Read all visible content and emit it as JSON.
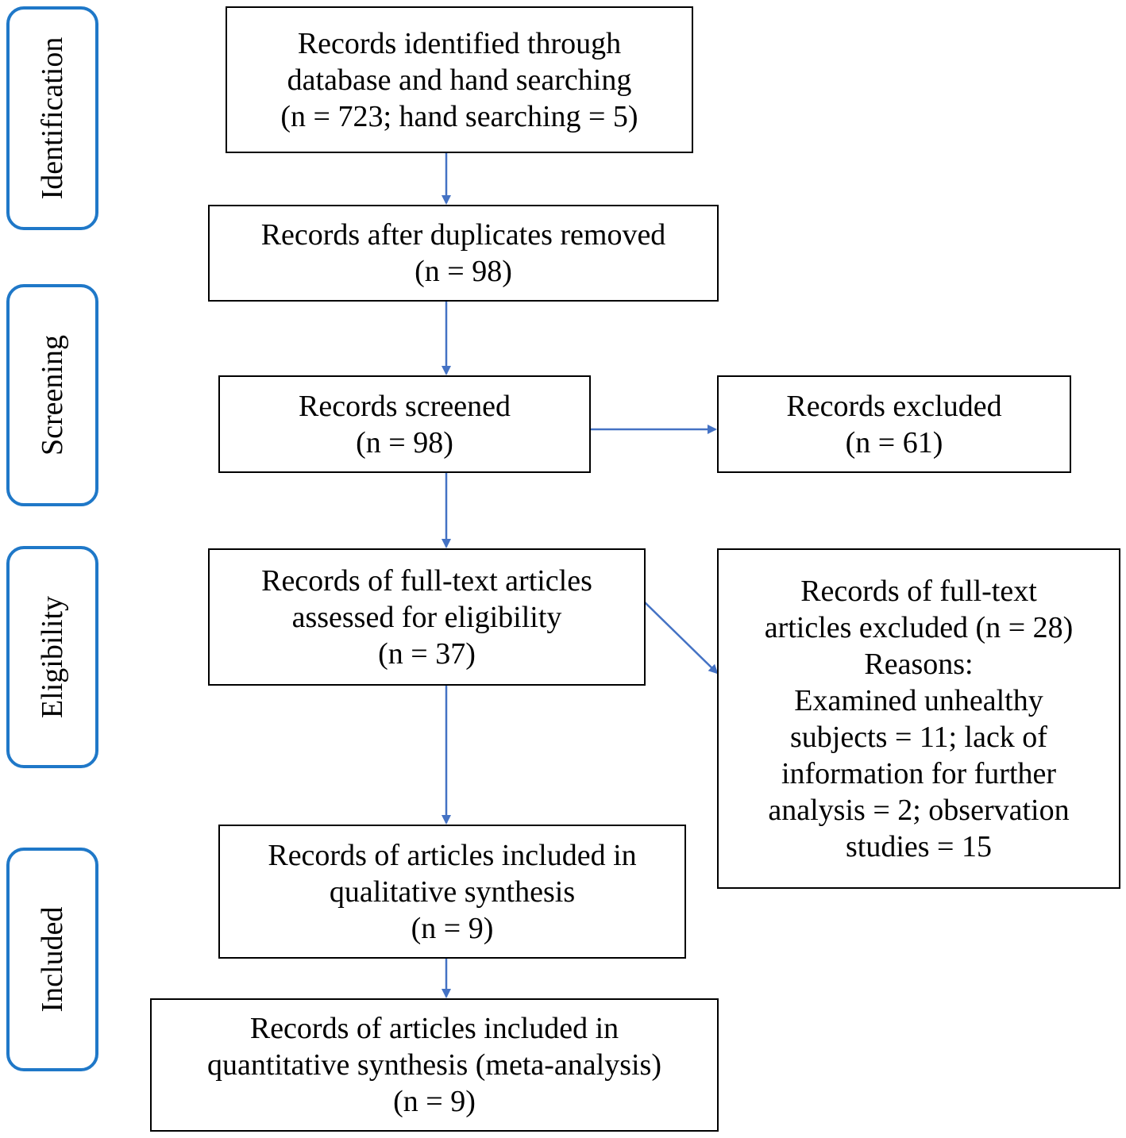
{
  "stages": [
    {
      "id": "identification",
      "label": "Identification"
    },
    {
      "id": "screening",
      "label": "Screening"
    },
    {
      "id": "eligibility",
      "label": "Eligibility"
    },
    {
      "id": "included",
      "label": "Included"
    }
  ],
  "boxes": {
    "identified": {
      "lines": [
        "Records identified through",
        "database and hand searching",
        "(n = 723; hand searching = 5)"
      ]
    },
    "deduplicated": {
      "lines": [
        "Records after duplicates removed",
        "(n = 98)"
      ]
    },
    "screened": {
      "lines": [
        "Records screened",
        "(n = 98)"
      ]
    },
    "excluded": {
      "lines": [
        "Records excluded",
        "(n = 61)"
      ]
    },
    "fulltext_assessed": {
      "lines": [
        "Records of full-text articles",
        "assessed for eligibility",
        "(n = 37)"
      ]
    },
    "fulltext_excluded": {
      "lines": [
        "Records of full-text",
        "articles excluded (n = 28)",
        "Reasons:",
        "Examined unhealthy",
        "subjects = 11; lack of",
        "information for further",
        "analysis = 2; observation",
        "studies = 15"
      ]
    },
    "qualitative": {
      "lines": [
        "Records of articles included in",
        "qualitative synthesis",
        "(n = 9)"
      ]
    },
    "quantitative": {
      "lines": [
        "Records of articles included in",
        "quantitative synthesis (meta-analysis)",
        "(n = 9)"
      ]
    }
  },
  "colors": {
    "arrow": "#4472c4",
    "stage_border": "#1f78c8",
    "box_border": "#000000"
  }
}
